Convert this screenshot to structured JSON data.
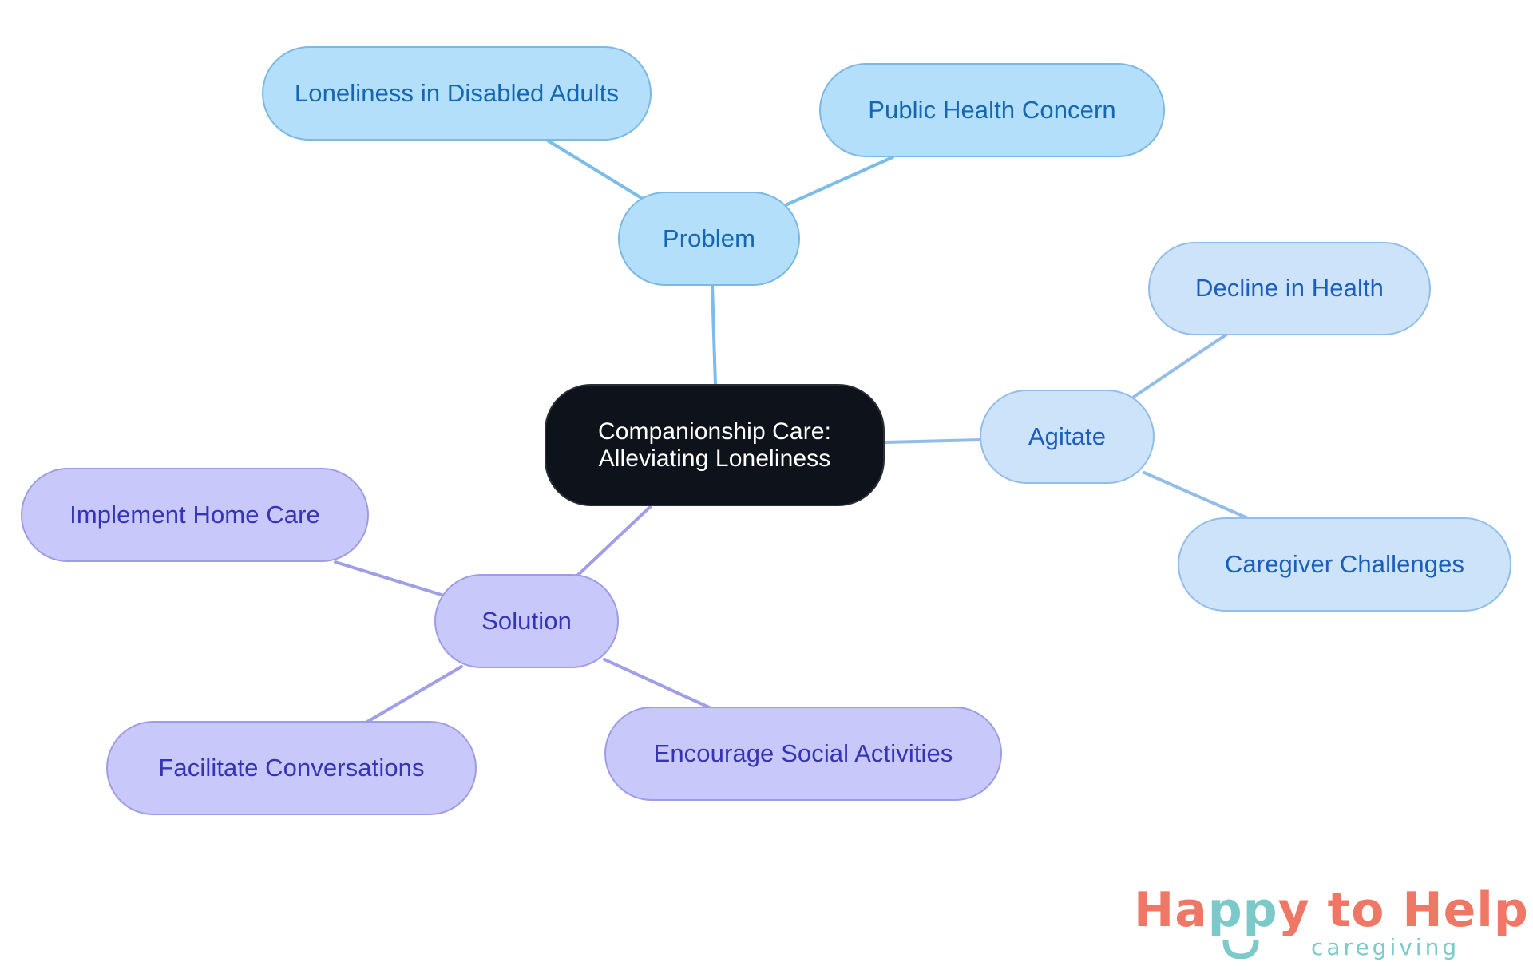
{
  "diagram": {
    "type": "mind-map",
    "central": {
      "line1": "Companionship Care:",
      "line2": "Alleviating Loneliness"
    },
    "branches": [
      {
        "label": "Problem",
        "children": [
          "Loneliness in Disabled Adults",
          "Public Health Concern"
        ]
      },
      {
        "label": "Agitate",
        "children": [
          "Decline in Health",
          "Caregiver Challenges"
        ]
      },
      {
        "label": "Solution",
        "children": [
          "Implement Home Care",
          "Facilitate Conversations",
          "Encourage Social Activities"
        ]
      }
    ],
    "colors": {
      "central_fill": "#0e131b",
      "problem_fill": "#b3dffb",
      "problem_text": "#1467b0",
      "problem_edge": "#7cbce8",
      "agitate_fill": "#cce3fa",
      "agitate_text": "#1b5ebd",
      "agitate_edge": "#93bde9",
      "solution_fill": "#c8c9fa",
      "solution_text": "#3533b6",
      "solution_edge": "#9f9ee8"
    }
  },
  "logo": {
    "part1": "Ha",
    "part2": "pp",
    "part3": "y to Help",
    "subtitle": "caregiving",
    "coral": "#ef7766",
    "teal": "#7cc9c9"
  }
}
